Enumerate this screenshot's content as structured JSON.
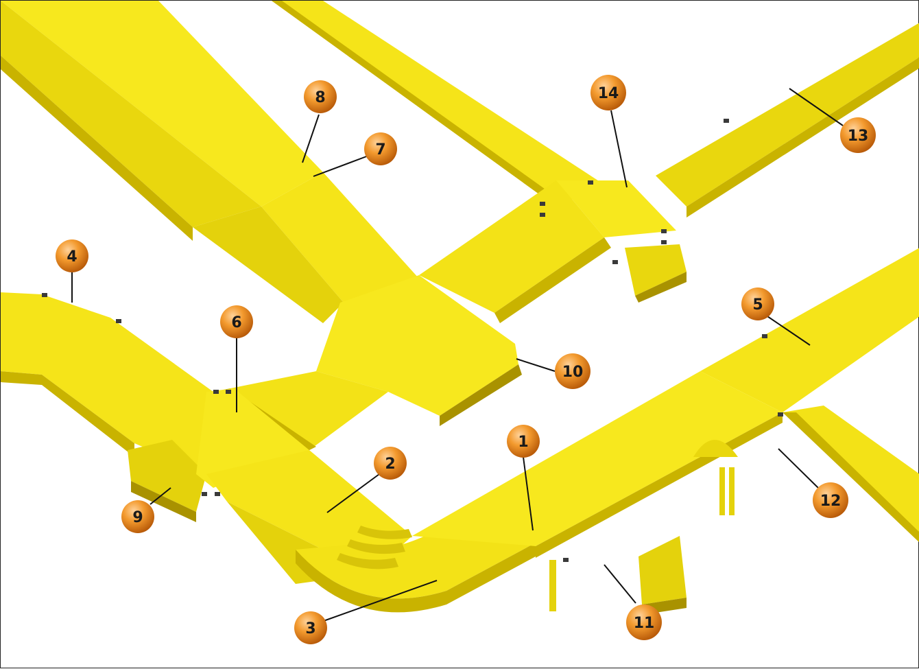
{
  "figure": {
    "subject": "fiber-raceway-tray-system",
    "colors": {
      "tray_top": "#f7e81e",
      "tray_mid": "#e9d70e",
      "tray_side": "#c9b300",
      "tray_edge": "#a99200",
      "clip": "#3a3a3a",
      "leader": "#111111",
      "bubble_light": "#ffd29a",
      "bubble_mid": "#f39a2e",
      "bubble_dark": "#b85a08",
      "background": "#ffffff"
    }
  },
  "callouts": [
    {
      "label": "1"
    },
    {
      "label": "2"
    },
    {
      "label": "3"
    },
    {
      "label": "4"
    },
    {
      "label": "5"
    },
    {
      "label": "6"
    },
    {
      "label": "7"
    },
    {
      "label": "8"
    },
    {
      "label": "9"
    },
    {
      "label": "10"
    },
    {
      "label": "11"
    },
    {
      "label": "12"
    },
    {
      "label": "13"
    },
    {
      "label": "14"
    }
  ]
}
